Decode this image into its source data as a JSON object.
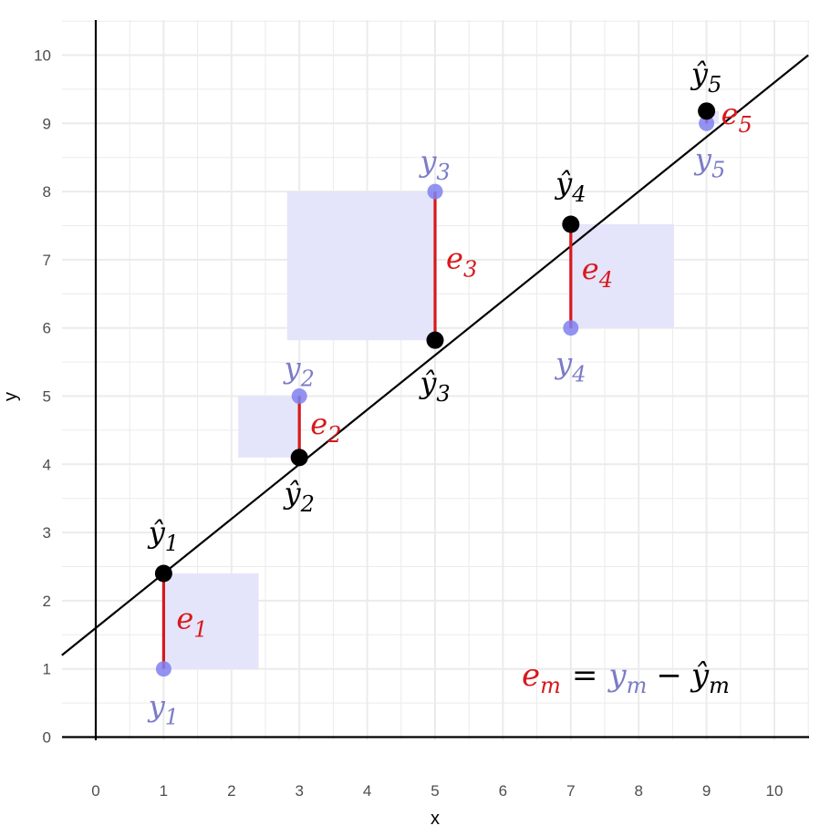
{
  "chart_data": {
    "type": "scatter",
    "title": "",
    "xlabel": "x",
    "ylabel": "y",
    "xlim": [
      -0.5,
      10.5
    ],
    "ylim": [
      -0.4,
      10.5
    ],
    "x_ticks": [
      "0",
      "1",
      "2",
      "3",
      "4",
      "5",
      "6",
      "7",
      "8",
      "9",
      "10"
    ],
    "y_ticks": [
      "0",
      "1",
      "2",
      "3",
      "4",
      "5",
      "6",
      "7",
      "8",
      "9",
      "10"
    ],
    "grid": true,
    "regression_line": {
      "intercept": 1.6,
      "slope": 0.8
    },
    "observed": {
      "x": [
        1,
        3,
        5,
        7,
        9
      ],
      "y": [
        1,
        5,
        8,
        6,
        9
      ],
      "label_base": "y",
      "label_subscripts": [
        "1",
        "2",
        "3",
        "4",
        "5"
      ]
    },
    "fitted": {
      "x": [
        1,
        3,
        5,
        7,
        9
      ],
      "y": [
        2.4,
        4.1,
        5.82,
        7.52,
        9.18
      ],
      "label_base": "ŷ",
      "label_subscripts": [
        "1",
        "2",
        "3",
        "4",
        "5"
      ]
    },
    "residuals": {
      "label_base": "e",
      "label_subscripts": [
        "1",
        "2",
        "3",
        "4",
        "5"
      ]
    },
    "formula": {
      "e": "e",
      "e_sub": "m",
      "eq": "=",
      "y": "y",
      "y_sub": "m",
      "minus": "−",
      "yhat": "ŷ",
      "yhat_sub": "m"
    },
    "colors": {
      "observed": "#8080f0",
      "observed_label": "#7b7bc8",
      "fitted": "#000000",
      "residual": "#d7191c",
      "square_fill": "#e4e4fa",
      "grid": "#ebebeb",
      "axis": "#000000"
    }
  }
}
